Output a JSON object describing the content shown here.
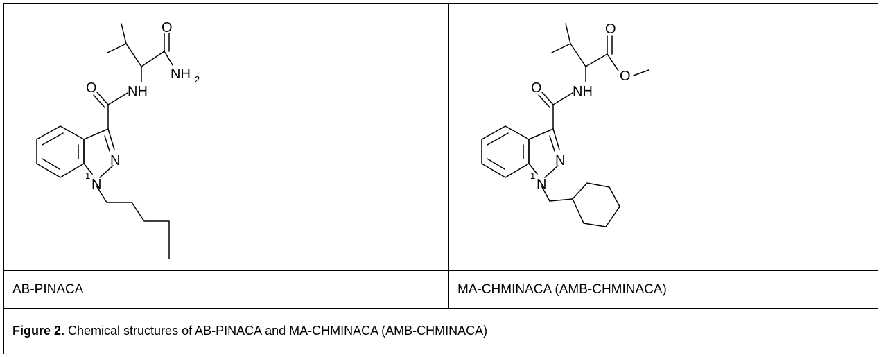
{
  "panels": [
    {
      "compound_name": "AB-PINACA",
      "atoms": {
        "o_amide": "O",
        "nh": "NH",
        "o_top": "O",
        "nh2_n": "NH",
        "nh2_sub": "2",
        "n_ring": "N",
        "n1_num": "1",
        "n1_atom": "N"
      }
    },
    {
      "compound_name": "MA-CHMINACA (AMB-CHMINACA)",
      "atoms": {
        "o_amide": "O",
        "nh": "NH",
        "o_top": "O",
        "o_ester": "O",
        "n_ring": "N",
        "n1_num": "1",
        "n1_atom": "N"
      }
    }
  ],
  "caption": {
    "label": "Figure 2.",
    "text": " Chemical structures of AB-PINACA and MA-CHMINACA (AMB-CHMINACA)"
  }
}
